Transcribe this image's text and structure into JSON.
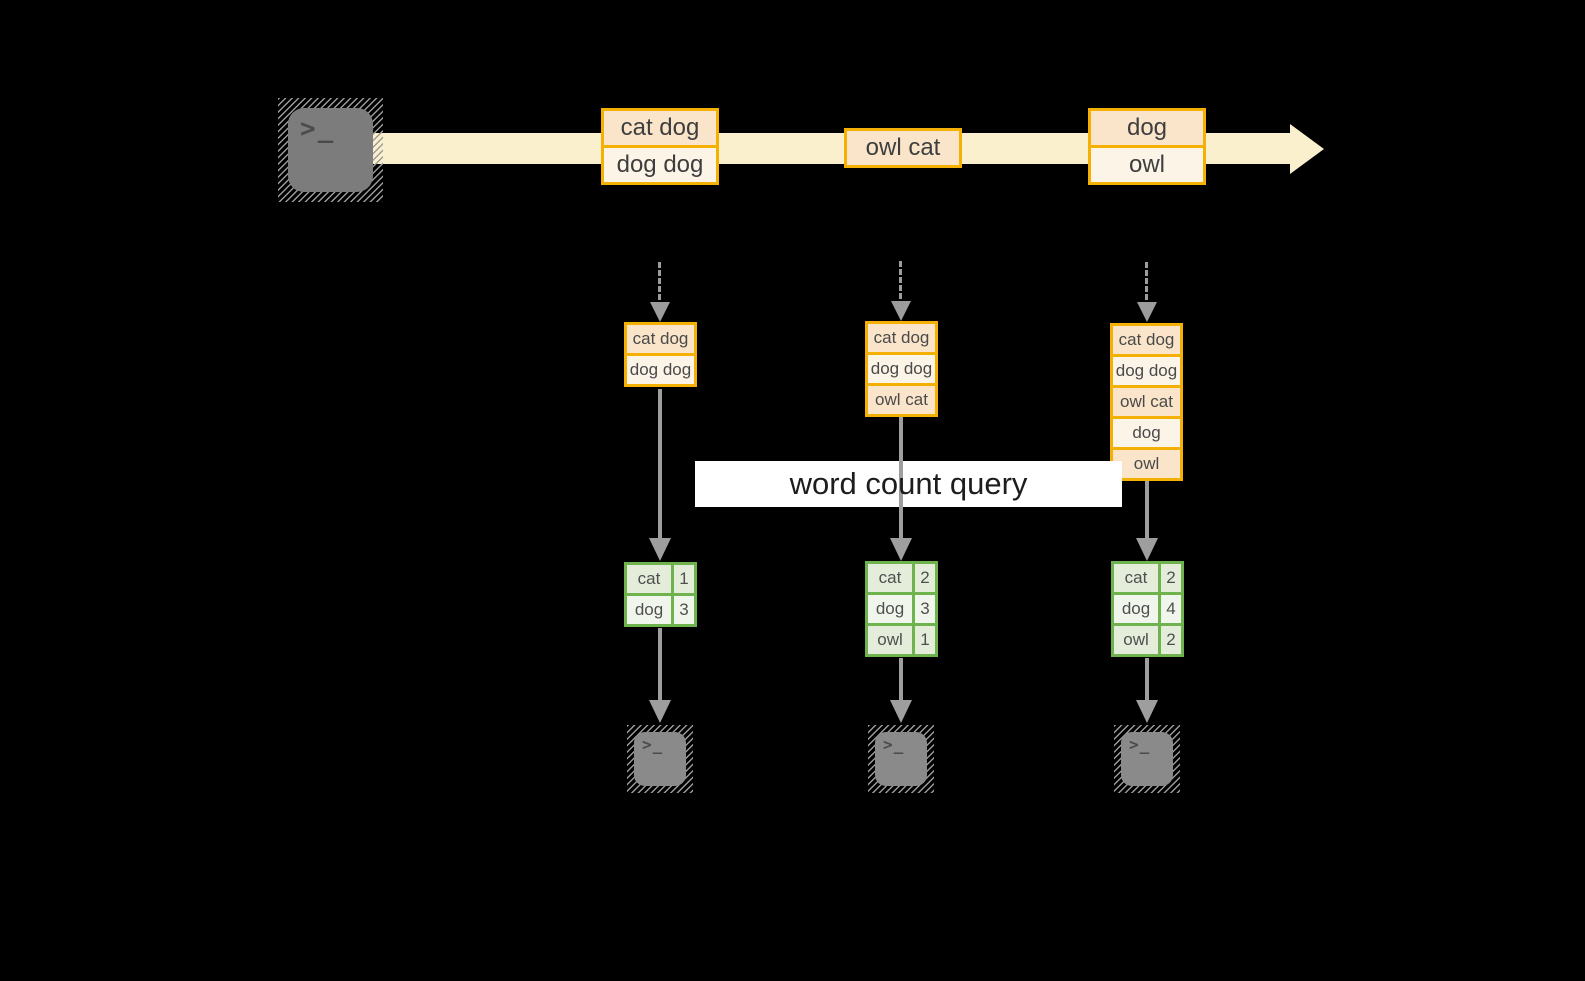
{
  "diagram": {
    "query_label": "word count query",
    "prompt_glyph": ">_",
    "icons": {
      "source": "terminal-icon",
      "sink": "terminal-icon",
      "stream_arrow": "right-arrow-icon",
      "flow_arrow": "down-arrow-icon"
    },
    "colors": {
      "background": "#000000",
      "stream_band": "#FAF0CE",
      "record_border": "#F4B104",
      "record_fill_dark": "#FAE5CA",
      "record_fill_light": "#FDF4E8",
      "result_border": "#6FB34E",
      "result_fill_dark": "#E3EDDA",
      "result_fill_light": "#F1F6EC",
      "arrow_gray": "#9E9E9E",
      "terminal_gray": "#7C7C7C",
      "query_box_bg": "#FFFFFF"
    },
    "stream": {
      "batches": [
        {
          "records": [
            "cat dog",
            "dog dog"
          ]
        },
        {
          "records": [
            "owl cat"
          ]
        },
        {
          "records": [
            "dog",
            "owl"
          ]
        }
      ]
    },
    "pipelines": [
      {
        "buffer": [
          "cat dog",
          "dog dog"
        ],
        "counts": [
          {
            "word": "cat",
            "count": "1"
          },
          {
            "word": "dog",
            "count": "3"
          }
        ]
      },
      {
        "buffer": [
          "cat dog",
          "dog dog",
          "owl cat"
        ],
        "counts": [
          {
            "word": "cat",
            "count": "2"
          },
          {
            "word": "dog",
            "count": "3"
          },
          {
            "word": "owl",
            "count": "1"
          }
        ]
      },
      {
        "buffer": [
          "cat dog",
          "dog dog",
          "owl cat",
          "dog",
          "owl"
        ],
        "counts": [
          {
            "word": "cat",
            "count": "2"
          },
          {
            "word": "dog",
            "count": "4"
          },
          {
            "word": "owl",
            "count": "2"
          }
        ]
      }
    ]
  }
}
